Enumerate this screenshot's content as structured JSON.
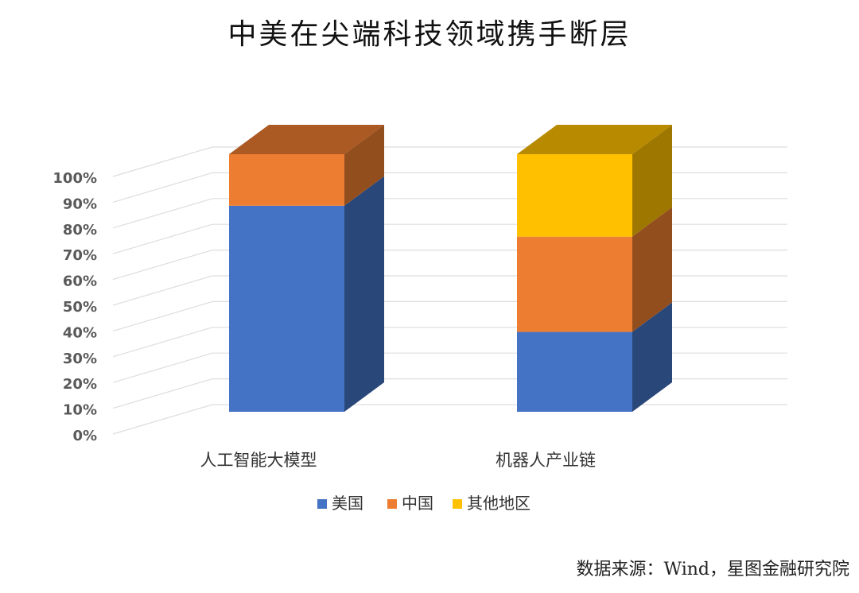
{
  "chart_data": {
    "type": "bar",
    "stacked": true,
    "three_d": true,
    "title": "中美在尖端科技领域携手断层",
    "categories": [
      "人工智能大模型",
      "机器人产业链"
    ],
    "series": [
      {
        "name": "美国",
        "color": "#4472C4",
        "values": [
          80,
          31
        ]
      },
      {
        "name": "中国",
        "color": "#ED7D31",
        "values": [
          20,
          37
        ]
      },
      {
        "name": "其他地区",
        "color": "#FFC000",
        "values": [
          0,
          32
        ]
      }
    ],
    "y_ticks": [
      "0%",
      "10%",
      "20%",
      "30%",
      "40%",
      "50%",
      "60%",
      "70%",
      "80%",
      "90%",
      "100%"
    ],
    "ylim": [
      0,
      100
    ],
    "legend_position": "bottom",
    "grid": true
  },
  "source_note": "数据来源：Wind，星图金融研究院"
}
